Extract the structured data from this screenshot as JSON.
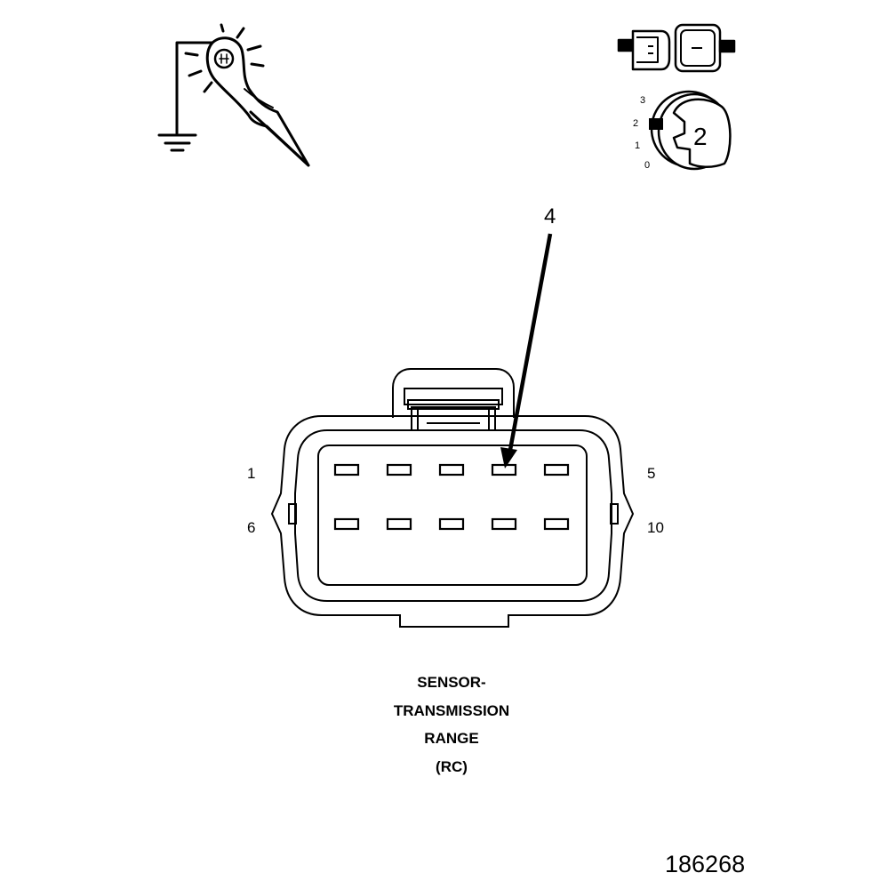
{
  "icons": {
    "test_light": "test-light-probe-to-ground-icon",
    "connector_disconnected": "connector-disconnected-icon",
    "ignition_key": "ignition-key-position-icon"
  },
  "ignition_key": {
    "positions": [
      "3",
      "2",
      "1",
      "0"
    ],
    "selected_position": "2"
  },
  "connector": {
    "callout": "4",
    "pin_labels": {
      "top_left": "1",
      "top_right": "5",
      "bottom_left": "6",
      "bottom_right": "10"
    },
    "title_lines": [
      "SENSOR-",
      "TRANSMISSION",
      "RANGE",
      "(RC)"
    ]
  },
  "figure_number": "186268"
}
